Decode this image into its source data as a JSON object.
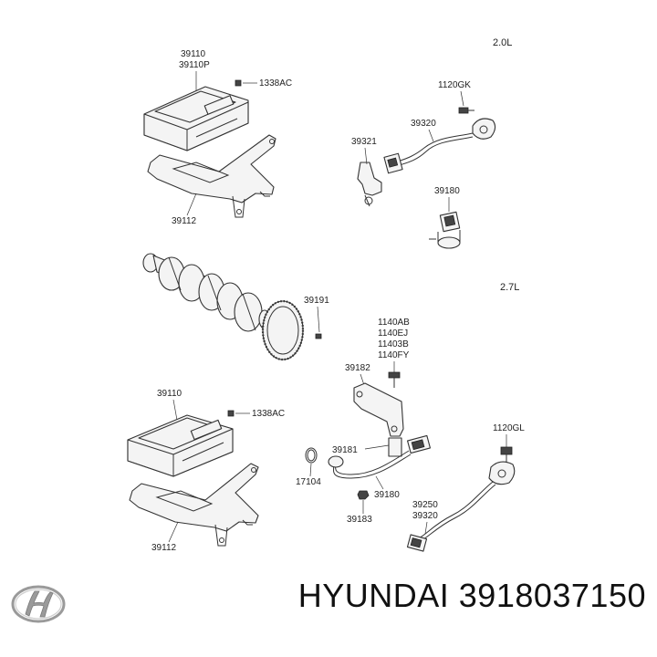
{
  "sections": {
    "top": "2.0L",
    "bottom": "2.7L"
  },
  "labels": {
    "top_ecu_a": "39110",
    "top_ecu_b": "39110P",
    "top_screw": "1338AC",
    "top_bracket": "39112",
    "bolt_2_0": "1120GK",
    "knock_sensor_2_0": "39320",
    "cam_bracket_2_0": "39321",
    "cam_sensor_2_0": "39180",
    "target_wheel": "39191",
    "bot_ecu": "39110",
    "bot_screw": "1338AC",
    "bot_bracket": "39112",
    "bolt_list": [
      "1140AB",
      "1140EJ",
      "11403B",
      "1140FY"
    ],
    "cam_bracket_2_7": "39182",
    "sensor_cover": "39181",
    "o_ring": "17104",
    "crank_sensor_2_7": "39180",
    "bolt_2_7": "39183",
    "bolt_1120gl": "1120GL",
    "knock_a": "39250",
    "knock_b": "39320"
  },
  "footer": {
    "brand": "HYUNDAI",
    "part_number": "3918037150",
    "logo": "hyundai-logo"
  }
}
